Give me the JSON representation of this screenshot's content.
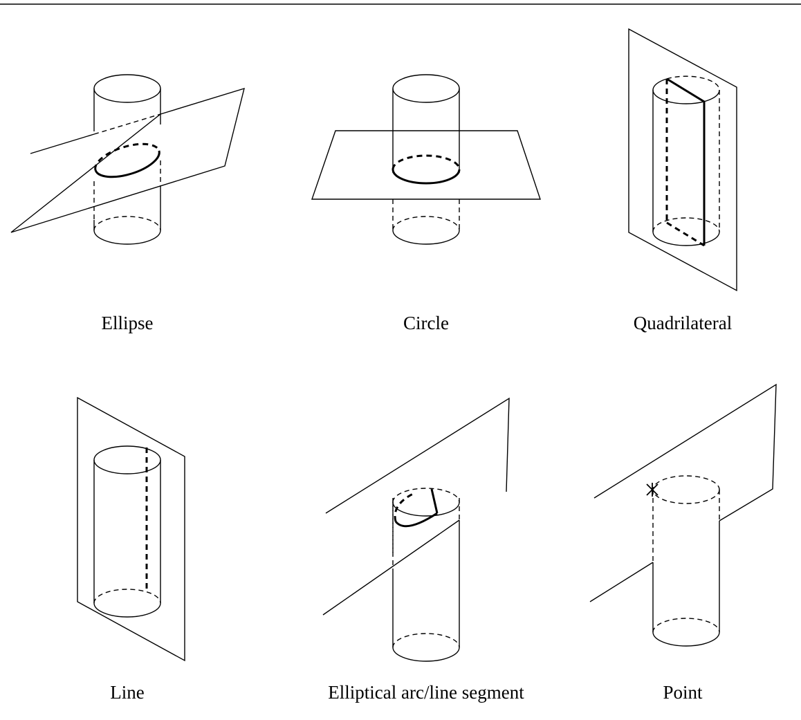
{
  "figure": {
    "captions": {
      "ellipse": "Ellipse",
      "circle": "Circle",
      "quadrilateral": "Quadrilateral",
      "line": "Line",
      "arc": "Elliptical arc/line segment",
      "point": "Point"
    }
  }
}
